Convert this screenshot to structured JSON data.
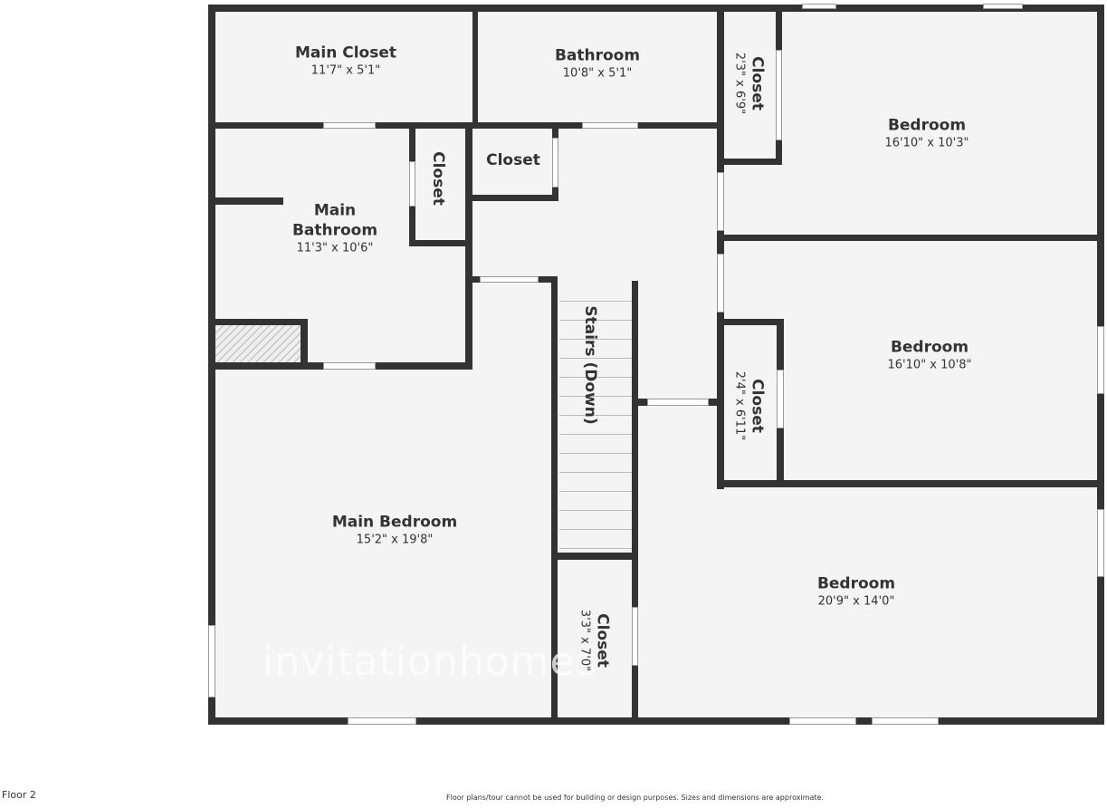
{
  "floor_label": "Floor 2",
  "disclaimer": "Floor plans/tour cannot be used for building or design purposes. Sizes and dimensions are approximate.",
  "watermark": "invitationhomes",
  "rooms": [
    {
      "name": "Main Closet",
      "dims": "11'7\" x 5'1\""
    },
    {
      "name": "Bathroom",
      "dims": "10'8\" x 5'1\""
    },
    {
      "name": "Closet",
      "dims": "2'3\" x 6'9\""
    },
    {
      "name": "Bedroom",
      "dims": "16'10\" x 10'3\""
    },
    {
      "name": "Closet",
      "dims": ""
    },
    {
      "name": "Closet",
      "dims": ""
    },
    {
      "name": "Main Bathroom",
      "dims": "11'3\" x 10'6\""
    },
    {
      "name": "Stairs (Down)",
      "dims": ""
    },
    {
      "name": "Bedroom",
      "dims": "16'10\" x 10'8\""
    },
    {
      "name": "Closet",
      "dims": "2'4\" x 6'11\""
    },
    {
      "name": "Main Bedroom",
      "dims": "15'2\" x 19'8\""
    },
    {
      "name": "Bedroom",
      "dims": "20'9\" x 14'0\""
    },
    {
      "name": "Closet",
      "dims": "3'3\" x 7'0\""
    }
  ]
}
